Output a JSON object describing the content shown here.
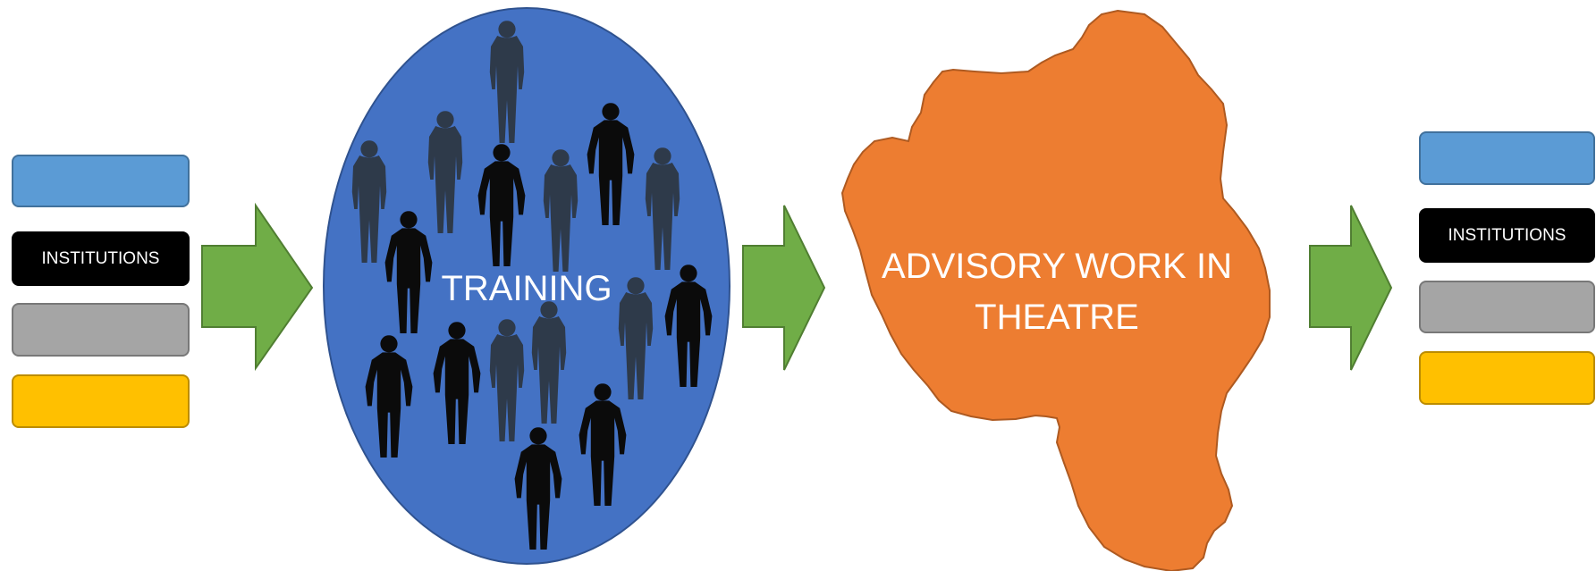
{
  "colors": {
    "blue_bar": "#5b9bd5",
    "blue_bar_border": "#41719c",
    "black_bar": "#000000",
    "gray_bar": "#a5a5a5",
    "gray_bar_border": "#787878",
    "yellow_bar": "#ffc000",
    "yellow_bar_border": "#bc8c00",
    "arrow": "#70ad47",
    "arrow_border": "#507e32",
    "training_circle": "#4472c4",
    "training_circle_border": "#2f528f",
    "blob": "#ed7d31",
    "blob_border": "#ae5a21",
    "silhouette": "#0b0b0b",
    "silhouette_faded": "#2e3a4a"
  },
  "left_stack": {
    "bars": [
      {
        "color": "blue",
        "label": ""
      },
      {
        "color": "black",
        "label": "INSTITUTIONS"
      },
      {
        "color": "gray",
        "label": ""
      },
      {
        "color": "yellow",
        "label": ""
      }
    ]
  },
  "training": {
    "label": "TRAINING",
    "silhouette_icon": "person-silhouette-icon"
  },
  "advisory": {
    "label_line1": "ADVISORY WORK IN",
    "label_line2": "THEATRE"
  },
  "right_stack": {
    "bars": [
      {
        "color": "blue",
        "label": ""
      },
      {
        "color": "black",
        "label": "INSTITUTIONS"
      },
      {
        "color": "gray",
        "label": ""
      },
      {
        "color": "yellow",
        "label": ""
      }
    ]
  },
  "arrow_icon": "right-arrow-icon"
}
